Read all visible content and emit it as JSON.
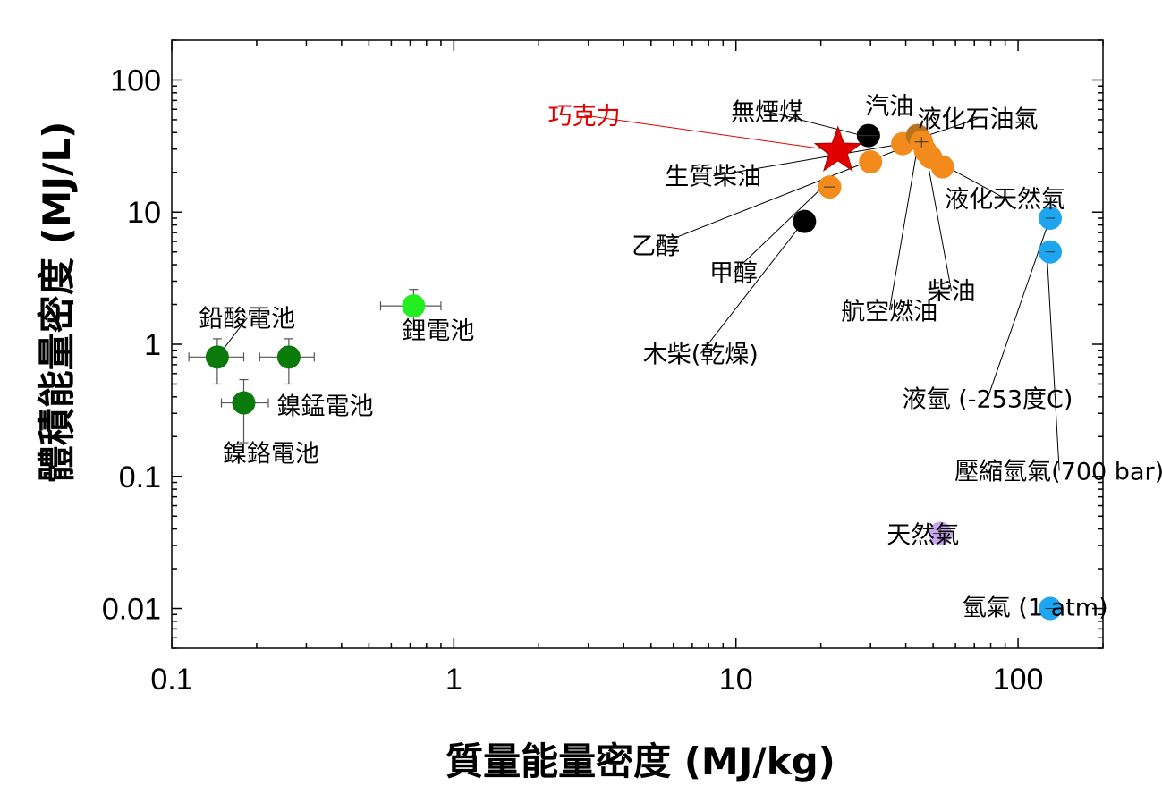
{
  "chart_data": {
    "type": "scatter",
    "title": "",
    "xlabel": "質量能量密度 (MJ/kg)",
    "ylabel": "體積能量密度 (MJ/L)",
    "xscale": "log",
    "yscale": "log",
    "xlim": [
      0.1,
      200
    ],
    "ylim": [
      0.005,
      200
    ],
    "xticks": [
      "0.1",
      "1",
      "10",
      "100"
    ],
    "yticks": [
      "0.01",
      "0.1",
      "1",
      "10",
      "100"
    ],
    "grid": false,
    "legend": "none",
    "colors": {
      "dark_green": "#0a7a0a",
      "light_green": "#22ee22",
      "black": "#000000",
      "orange": "#f28a1c",
      "brown": "#b8731e",
      "blue": "#1ea5ef",
      "lavender": "#c7a6ee",
      "red_star": "#e00000"
    },
    "points": [
      {
        "x": 0.145,
        "y": 0.8,
        "xerr": [
          0.115,
          0.18
        ],
        "yerr": [
          0.5,
          1.1
        ],
        "color": "#0a7a0a"
      },
      {
        "x": 0.26,
        "y": 0.8,
        "xerr": [
          0.205,
          0.32
        ],
        "yerr": [
          0.5,
          1.1
        ],
        "color": "#0a7a0a"
      },
      {
        "x": 0.18,
        "y": 0.36,
        "xerr": [
          0.15,
          0.22
        ],
        "yerr": [
          0.18,
          0.54
        ],
        "color": "#0a7a0a"
      },
      {
        "x": 0.72,
        "y": 1.95,
        "xerr": [
          0.55,
          0.9
        ],
        "yerr": [
          1.3,
          2.6
        ],
        "color": "#22ee22"
      },
      {
        "x": 17.5,
        "y": 8.5,
        "color": "#000000"
      },
      {
        "x": 29.5,
        "y": 38,
        "xerr": [
          27,
          32
        ],
        "color": "#000000"
      },
      {
        "x": 21.5,
        "y": 15.5,
        "xerr": [
          20.5,
          22.5
        ],
        "color": "#f28a1c"
      },
      {
        "x": 30,
        "y": 24,
        "color": "#f28a1c"
      },
      {
        "x": 39,
        "y": 33,
        "color": "#f28a1c"
      },
      {
        "x": 44,
        "y": 38,
        "color": "#b8731e"
      },
      {
        "x": 45.5,
        "y": 34,
        "xerr": [
          43,
          48
        ],
        "yerr": [
          31,
          37
        ],
        "color": "#f28a1c"
      },
      {
        "x": 47,
        "y": 29,
        "color": "#f28a1c"
      },
      {
        "x": 49,
        "y": 26,
        "color": "#f28a1c"
      },
      {
        "x": 54,
        "y": 22,
        "color": "#f28a1c"
      },
      {
        "x": 130,
        "y": 9,
        "xerr": [
          125,
          135
        ],
        "color": "#1ea5ef"
      },
      {
        "x": 130,
        "y": 5,
        "xerr": [
          125,
          135
        ],
        "color": "#1ea5ef"
      },
      {
        "x": 53,
        "y": 0.037,
        "xerr": [
          50,
          56
        ],
        "yerr": [
          0.033,
          0.041
        ],
        "color": "#c7a6ee"
      },
      {
        "x": 130,
        "y": 0.01,
        "xerr": [
          125,
          135
        ],
        "color": "#1ea5ef"
      },
      {
        "x": 23,
        "y": 29,
        "marker": "star",
        "color": "#e00000"
      }
    ],
    "annotations": [
      {
        "text": "鉛酸電池",
        "tx": 0.185,
        "ty": 1.58,
        "ax": 0.145,
        "ay": 0.8,
        "color": "#000000"
      },
      {
        "text": "鋰電池",
        "tx": 0.88,
        "ty": 1.28,
        "color": "#000000"
      },
      {
        "text": "鎳錳電池",
        "tx": 0.35,
        "ty": 0.345,
        "color": "#000000"
      },
      {
        "text": "鎳鉻電池",
        "tx": 0.225,
        "ty": 0.15,
        "color": "#000000"
      },
      {
        "text": "巧克力",
        "tx": 2.9,
        "ty": 54,
        "ax": 23,
        "ay": 29,
        "color": "#e00000"
      },
      {
        "text": "無煙煤",
        "tx": 12.9,
        "ty": 58,
        "ax": 28,
        "ay": 38,
        "color": "#000000"
      },
      {
        "text": "汽油",
        "tx": 35,
        "ty": 64,
        "color": "#000000"
      },
      {
        "text": "液化石油氣",
        "tx": 72,
        "ty": 51,
        "ax": 46,
        "ay": 37,
        "color": "#000000"
      },
      {
        "text": "生質柴油",
        "tx": 8.3,
        "ty": 18.8,
        "ax": 36,
        "ay": 32,
        "color": "#000000"
      },
      {
        "text": "液化天然氣",
        "tx": 90,
        "ty": 12.7,
        "ax": 56,
        "ay": 22,
        "color": "#000000"
      },
      {
        "text": "乙醇",
        "tx": 5.2,
        "ty": 5.6,
        "ax": 38,
        "ay": 30,
        "color": "#000000"
      },
      {
        "text": "甲醇",
        "tx": 9.8,
        "ty": 3.5,
        "ax": 20,
        "ay": 15,
        "color": "#000000"
      },
      {
        "text": "柴油",
        "tx": 58,
        "ty": 2.55,
        "ax": 47,
        "ay": 29,
        "color": "#000000"
      },
      {
        "text": "航空燃油",
        "tx": 35,
        "ty": 1.8,
        "ax": 44,
        "ay": 31,
        "color": "#000000"
      },
      {
        "text": "木柴(乾燥)",
        "tx": 7.5,
        "ty": 0.85,
        "ax": 17,
        "ay": 8,
        "color": "#000000"
      },
      {
        "text": "液氫 (-253度C)",
        "tx": 78,
        "ty": 0.39,
        "ax": 126,
        "ay": 7.5,
        "color": "#000000"
      },
      {
        "text": "壓縮氫氣(700 bar)",
        "tx": 140,
        "ty": 0.11,
        "ax": 127,
        "ay": 4.3,
        "color": "#000000"
      },
      {
        "text": "天然氣",
        "tx": 46,
        "ty": 0.0365,
        "color": "#000000"
      },
      {
        "text": "氫氣 (1 atm)",
        "tx": 115,
        "ty": 0.0103,
        "color": "#000000"
      }
    ]
  }
}
